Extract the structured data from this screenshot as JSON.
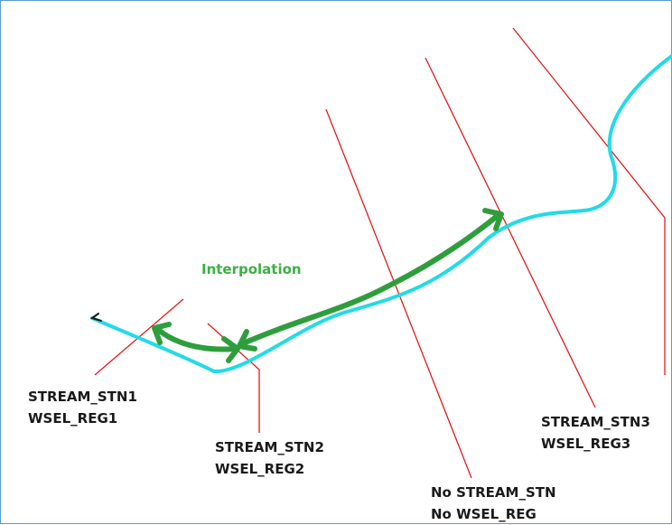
{
  "colors": {
    "stream": "#22dbe6",
    "cross_section": "#e21b1b",
    "interpolation_arrow": "#2e9e3c",
    "interpolation_text": "#3cb043",
    "frame_border": "#5b9bd5"
  },
  "interpolation_label": "Interpolation",
  "stations": [
    {
      "stream_stn": "STREAM_STN1",
      "wsel": "WSEL_REG1"
    },
    {
      "stream_stn": "STREAM_STN2",
      "wsel": "WSEL_REG2"
    },
    {
      "stream_stn": "No STREAM_STN",
      "wsel": "No WSEL_REG"
    },
    {
      "stream_stn": "STREAM_STN3",
      "wsel": "WSEL_REG3"
    }
  ]
}
